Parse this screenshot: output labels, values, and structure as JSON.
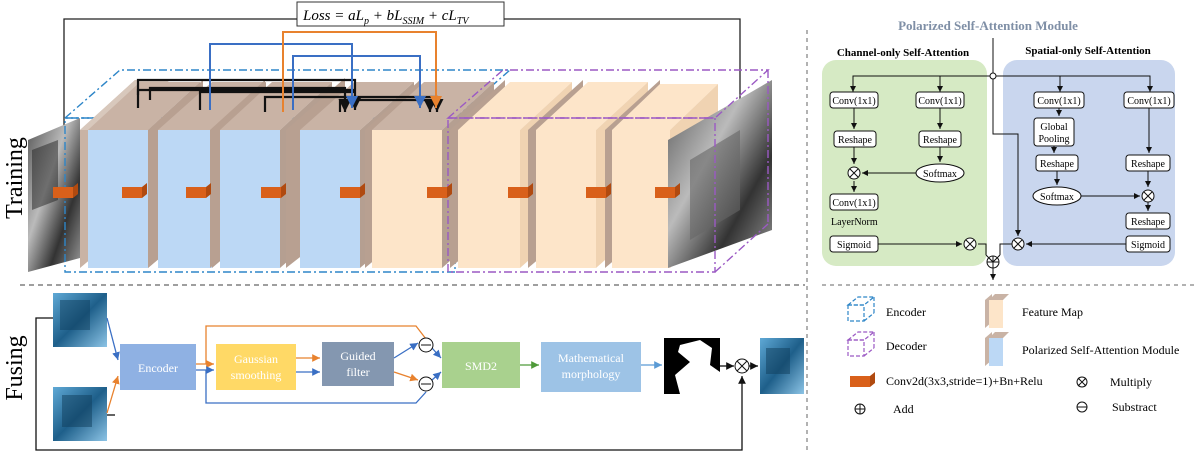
{
  "loss": {
    "prefix": "Loss = ",
    "a": "a",
    "Lp": "L",
    "p": "p",
    "plus1": " + b",
    "Lssim": "L",
    "ssim": "SSIM",
    "plus2": " + ",
    "c": "c",
    "Ltv": "L",
    "tv": "TV"
  },
  "side_labels": {
    "training": "Training",
    "fusing": "Fusing"
  },
  "psa": {
    "title": "Polarized  Self-Attention  Module",
    "channel_title": "Channel-only Self-Attention",
    "spatial_title": "Spatial-only Self-Attention",
    "ch_conv1": "Conv(1x1)",
    "ch_conv2": "Conv(1x1)",
    "ch_reshape1": "Reshape",
    "ch_reshape2": "Reshape",
    "ch_softmax": "Softmax",
    "ch_conv3": "Conv(1x1)",
    "ch_layernorm": "LayerNorm",
    "ch_sigmoid": "Sigmoid",
    "sp_conv1": "Conv(1x1)",
    "sp_conv2": "Conv(1x1)",
    "sp_pool": "Global Pooling",
    "sp_pool_a": "Global",
    "sp_pool_b": "Pooling",
    "sp_reshape1": "Reshape",
    "sp_reshape2": "Reshape",
    "sp_softmax": "Softmax",
    "sp_reshape3": "Reshape",
    "sp_sigmoid": "Sigmoid"
  },
  "fusing": {
    "encoder": "Encoder",
    "gaussian_a": "Gaussian",
    "gaussian_b": "smoothing",
    "guided_a": "Guided",
    "guided_b": "filter",
    "smd2": "SMD2",
    "morph_a": "Mathematical",
    "morph_b": "morphology"
  },
  "legend": {
    "encoder": "Encoder",
    "decoder": "Decoder",
    "feature_map": "Feature Map",
    "psa_module": "Polarized  Self-Attention Module",
    "conv": "Conv2d(3x3,stride=1)+Bn+Relu",
    "multiply": "Multiply",
    "add": "Add",
    "subtract": "Substract"
  },
  "colors": {
    "blue_map": "#bcd8f5",
    "peach_map": "#fde5c9",
    "side_map": "#c9b3a5",
    "encoder_box": "#2e86c8",
    "decoder_box": "#9b59c4",
    "loss_blue": "#3a6fc4",
    "loss_orange": "#e8822e",
    "conv_block": "#d9601a",
    "green_panel": "#d6eac4",
    "blue_panel": "#c9d6ee",
    "encoder_node": "#8fb1e3",
    "gaussian_node": "#ffd966",
    "guided_node": "#8497b0",
    "smd2_node": "#a9d18e",
    "morph_node": "#9dc3e6"
  }
}
